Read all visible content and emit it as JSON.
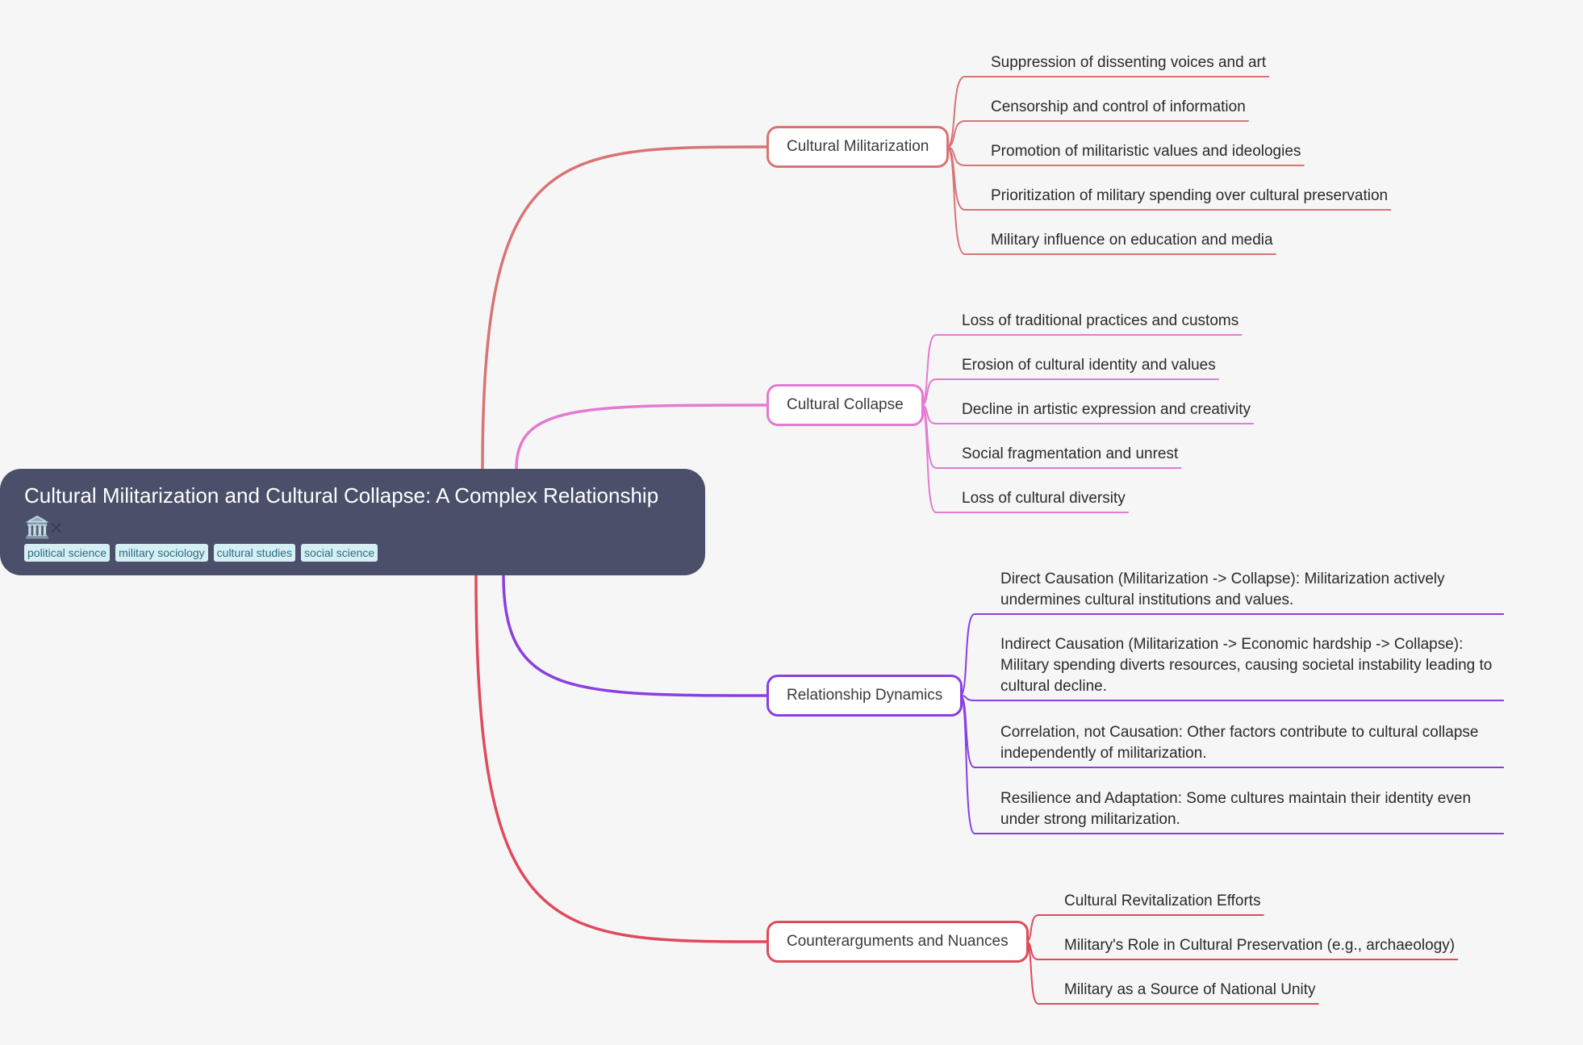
{
  "root": {
    "title": "Cultural Militarization and Cultural Collapse: A Complex Relationship",
    "icons": [
      "🏛️",
      "✕"
    ],
    "icon_names": [
      "classical-building-icon",
      "close-icon"
    ],
    "tags": [
      "political science",
      "military sociology",
      "cultural studies",
      "social science"
    ]
  },
  "colors": {
    "background": "#f6f6f7",
    "root_bg": "#4b4f6a",
    "tag_bg": "#d6eff5",
    "tag_text": "#2b6b80"
  },
  "branches": [
    {
      "label": "Cultural Militarization",
      "color": "#d97474",
      "leaves": [
        "Suppression of dissenting voices and art",
        "Censorship and control of information",
        "Promotion of militaristic values and ideologies",
        "Prioritization of military spending over cultural preservation",
        "Military influence on education and media"
      ]
    },
    {
      "label": "Cultural Collapse",
      "color": "#e47ad1",
      "leaves": [
        "Loss of traditional practices and customs",
        "Erosion of cultural identity and values",
        "Decline in artistic expression and creativity",
        "Social fragmentation and unrest",
        "Loss of cultural diversity"
      ]
    },
    {
      "label": "Relationship Dynamics",
      "color": "#8a3fe0",
      "leaves": [
        "Direct Causation (Militarization -> Collapse):  Militarization actively undermines cultural institutions and values.",
        "Indirect Causation (Militarization -> Economic hardship -> Collapse): Military spending diverts resources, causing societal instability leading to cultural decline.",
        "Correlation, not Causation: Other factors contribute to cultural collapse independently of militarization.",
        "Resilience and Adaptation: Some cultures maintain their identity even under strong militarization."
      ]
    },
    {
      "label": "Counterarguments and Nuances",
      "color": "#e04a5a",
      "leaves": [
        "Cultural Revitalization Efforts",
        "Military's Role in Cultural Preservation (e.g., archaeology)",
        "Military as a Source of National Unity"
      ]
    }
  ]
}
